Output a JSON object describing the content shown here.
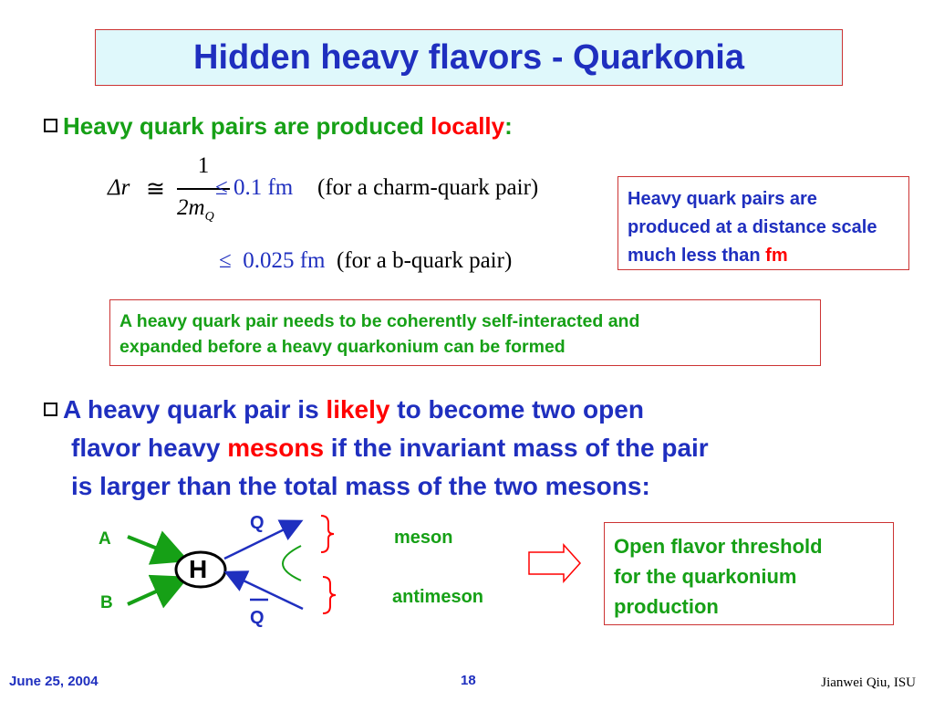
{
  "slide": {
    "title": "Hidden heavy flavors - Quarkonia",
    "bullet1": {
      "text_before": "Heavy quark pairs are produced ",
      "highlight": "locally",
      "text_after": ":"
    },
    "formula": {
      "delta_r": "Δr",
      "approx": "≅",
      "numerator": "1",
      "denominator": "2m",
      "denominator_sub": "Q",
      "le1": "≤",
      "value1": "0.1 fm",
      "note1": "(for a charm-quark pair)",
      "le2": "≤",
      "value2": "0.025 fm",
      "note2": "(for a b-quark pair)"
    },
    "side_box_1": {
      "text": "Heavy quark pairs are produced at a distance scale much less than ",
      "highlight": "fm"
    },
    "center_box": {
      "line1": "A heavy quark pair needs to be coherently self-interacted and",
      "line2": "expanded before a heavy quarkonium can be formed"
    },
    "bullet2": {
      "part1": "A heavy quark pair is ",
      "highlight1": "likely",
      "part2": " to become two open",
      "part3": "flavor heavy ",
      "highlight2": "mesons",
      "part4": " if the invariant mass of the pair",
      "part5": "is larger than the total mass of the two mesons:"
    },
    "diagram": {
      "label_a": "A",
      "label_b": "B",
      "label_h": "H",
      "label_q": "Q",
      "label_qbar": "Q",
      "meson": "meson",
      "antimeson": "antimeson"
    },
    "side_box_2": {
      "line1": "Open flavor threshold",
      "line2": "for the quarkonium",
      "line3": "production"
    },
    "footer": {
      "date": "June 25, 2004",
      "page": "18",
      "author": "Jianwei Qiu, ISU"
    },
    "colors": {
      "title_blue": "#1f2fbf",
      "green": "#16a016",
      "red": "#ff0000",
      "box_border": "#cc3333",
      "title_bg": "#dff8fb"
    }
  }
}
